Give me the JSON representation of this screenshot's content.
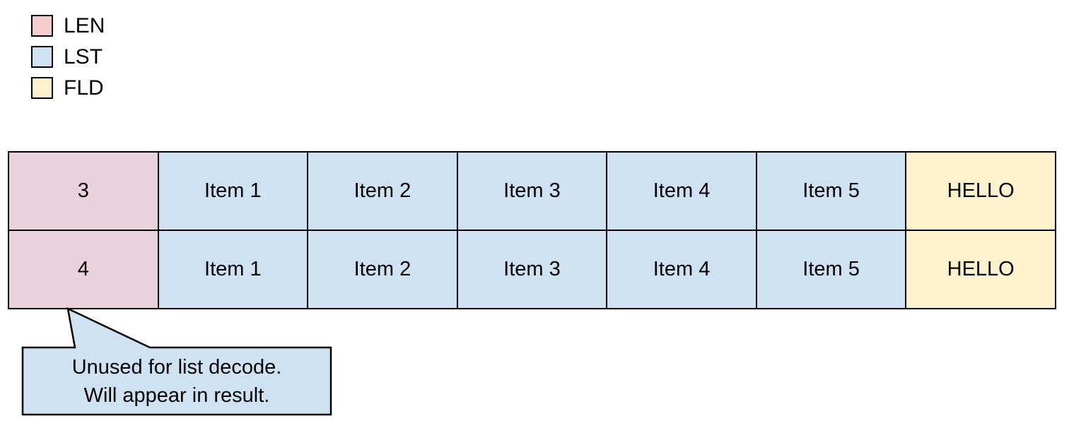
{
  "legend": {
    "items": [
      {
        "label": "LEN",
        "color": "#f4cccc"
      },
      {
        "label": "LST",
        "color": "#cfe2f3"
      },
      {
        "label": "FLD",
        "color": "#fff2cc"
      }
    ]
  },
  "table": {
    "cell_colors": {
      "len": "#ead1dc",
      "lst": "#cfe2f3",
      "fld": "#fff2cc"
    },
    "rows": [
      {
        "cells": [
          {
            "text": "3"
          },
          {
            "text": "Item 1"
          },
          {
            "text": "Item 2"
          },
          {
            "text": "Item 3"
          },
          {
            "text": "Item 4"
          },
          {
            "text": "Item 5"
          },
          {
            "text": "HELLO"
          }
        ]
      },
      {
        "cells": [
          {
            "text": "4"
          },
          {
            "text": "Item 1"
          },
          {
            "text": "Item 2"
          },
          {
            "text": "Item 3"
          },
          {
            "text": "Item 4"
          },
          {
            "text": "Item 5"
          },
          {
            "text": "HELLO"
          }
        ]
      }
    ]
  },
  "callout": {
    "fill": "#cfe2f3",
    "border": "#000000",
    "line1": "Unused for list decode.",
    "line2": "Will appear in result."
  }
}
